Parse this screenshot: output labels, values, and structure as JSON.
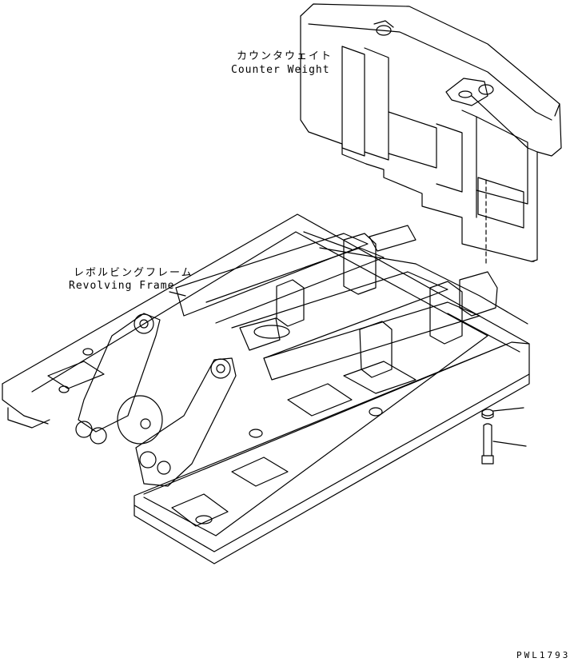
{
  "labels": {
    "counterweight_jp": "カウンタウェイト",
    "counterweight_en": "Counter Weight",
    "frame_jp": "レボルビングフレーム",
    "frame_en": "Revolving Frame"
  },
  "drawing_code": "PWL1793"
}
